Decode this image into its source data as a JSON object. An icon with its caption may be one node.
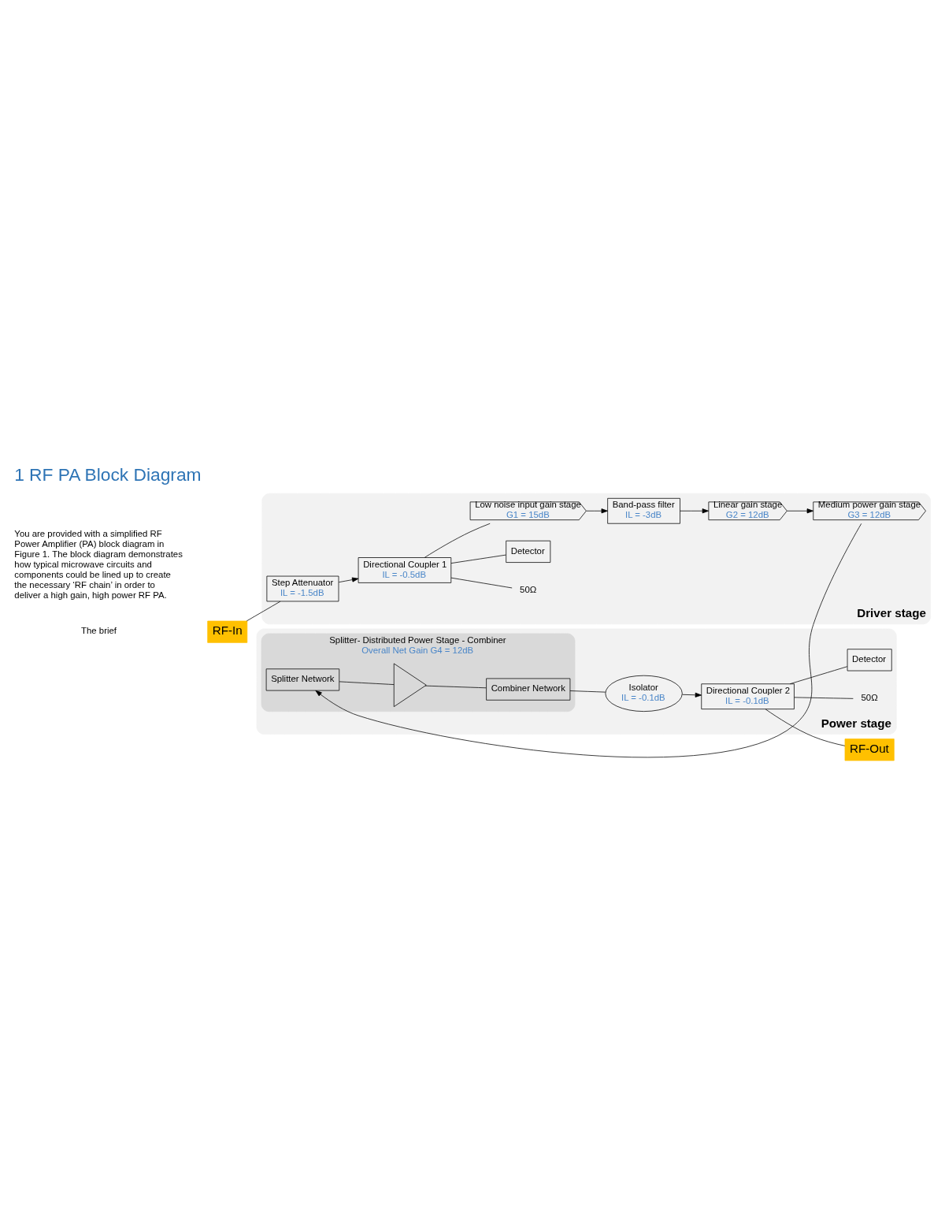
{
  "diagram": {
    "title": "1 RF PA Block Diagram",
    "nodes": [
      {
        "text": [
          "RF-In"
        ]
      },
      {
        "text": [
          "Driver stage"
        ]
      },
      {
        "text": [
          "Step Attenuator",
          "IL = -1.5dB"
        ],
        "in": 1
      },
      {
        "text": [
          "Directional Coupler 1",
          "IL = -0.5dB"
        ],
        "in": 1
      },
      {
        "text": [
          "50Ω"
        ],
        "in": 1
      },
      {
        "text": [
          "Detector"
        ],
        "in": 1
      },
      {
        "text": [
          "Low noise input gain stage",
          "G1 = 15dB"
        ],
        "in": 1
      },
      {
        "text": [
          "Band-pass filter",
          "IL = -3dB"
        ],
        "in": 1
      },
      {
        "text": [
          "Linear gain stage",
          "G2 = 12dB"
        ],
        "in": 1
      },
      {
        "text": [
          "Medium power gain stage",
          "G3 = 12dB"
        ],
        "in": 1
      },
      {
        "text": [
          "Power stage"
        ]
      },
      {
        "text": [
          "Splitter- Distributed Power Stage - Combiner",
          "Overall Net Gain G4 = 12dB"
        ],
        "in": 10
      },
      {
        "text": [
          "Splitter Network"
        ],
        "in": 11
      },
      {
        "text": [],
        "shape": "triangle",
        "in": 11
      },
      {
        "text": [
          "Combiner Network"
        ],
        "in": 11
      },
      {
        "text": [
          "Isolator",
          "IL = -0.1dB"
        ],
        "in": 10
      },
      {
        "text": [
          "Directional Coupler 2",
          "IL = -0.1dB"
        ],
        "in": 10
      },
      {
        "text": [
          "50Ω"
        ],
        "in": 10
      },
      {
        "text": [
          "Detector"
        ],
        "in": 10
      },
      {
        "text": [
          "RF-Out"
        ]
      }
    ],
    "edges": [
      {
        "from": 0,
        "to": 2,
        "arrow": "none"
      },
      {
        "from": 2,
        "to": 3,
        "arrow": "to"
      },
      {
        "from": 3,
        "to": 4,
        "arrow": "none"
      },
      {
        "from": 3,
        "to": 5,
        "arrow": "none"
      },
      {
        "from": 3,
        "to": 6,
        "arrow": "none"
      },
      {
        "from": 6,
        "to": 7,
        "arrow": "to"
      },
      {
        "from": 7,
        "to": 8,
        "arrow": "to"
      },
      {
        "from": 8,
        "to": 9,
        "arrow": "to"
      },
      {
        "from": 9,
        "to": 12,
        "arrow": "to"
      },
      {
        "from": 12,
        "to": 13,
        "arrow": "none"
      },
      {
        "from": 13,
        "to": 14,
        "arrow": "none"
      },
      {
        "from": 14,
        "to": 15,
        "arrow": "none"
      },
      {
        "from": 15,
        "to": 16,
        "arrow": "to"
      },
      {
        "from": 16,
        "to": 17,
        "arrow": "none"
      },
      {
        "from": 16,
        "to": 18,
        "arrow": "none"
      },
      {
        "from": 16,
        "to": 19,
        "arrow": "none"
      }
    ],
    "labels": [
      "You are provided with a simplified RF Power Amplifier (PA) block diagram in Figure 1. The block diagram demonstrates how typical microwave circuits and components could be lined up to create the necessary ‘RF chain’ in order to deliver a high gain, high power RF PA.",
      "The brief"
    ]
  }
}
